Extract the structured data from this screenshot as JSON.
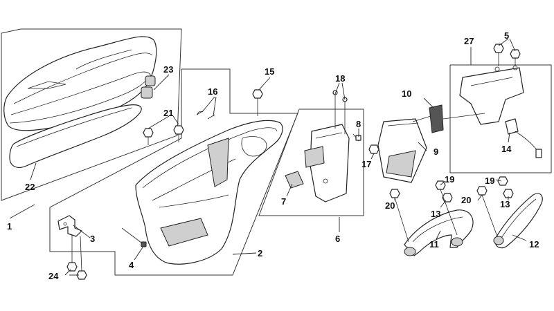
{
  "callouts": {
    "c1": "1",
    "c2": "2",
    "c3": "3",
    "c4": "4",
    "c5": "5",
    "c6": "6",
    "c7": "7",
    "c8": "8",
    "c9": "9",
    "c10": "10",
    "c11": "11",
    "c12": "12",
    "c13a": "13",
    "c13b": "13",
    "c14": "14",
    "c15": "15",
    "c16": "16",
    "c17": "17",
    "c18": "18",
    "c19a": "19",
    "c19b": "19",
    "c20a": "20",
    "c20b": "20",
    "c21": "21",
    "c22": "22",
    "c23": "23",
    "c24": "24",
    "c27": "27"
  },
  "colors": {
    "line": "#222222",
    "background": "#ffffff"
  }
}
